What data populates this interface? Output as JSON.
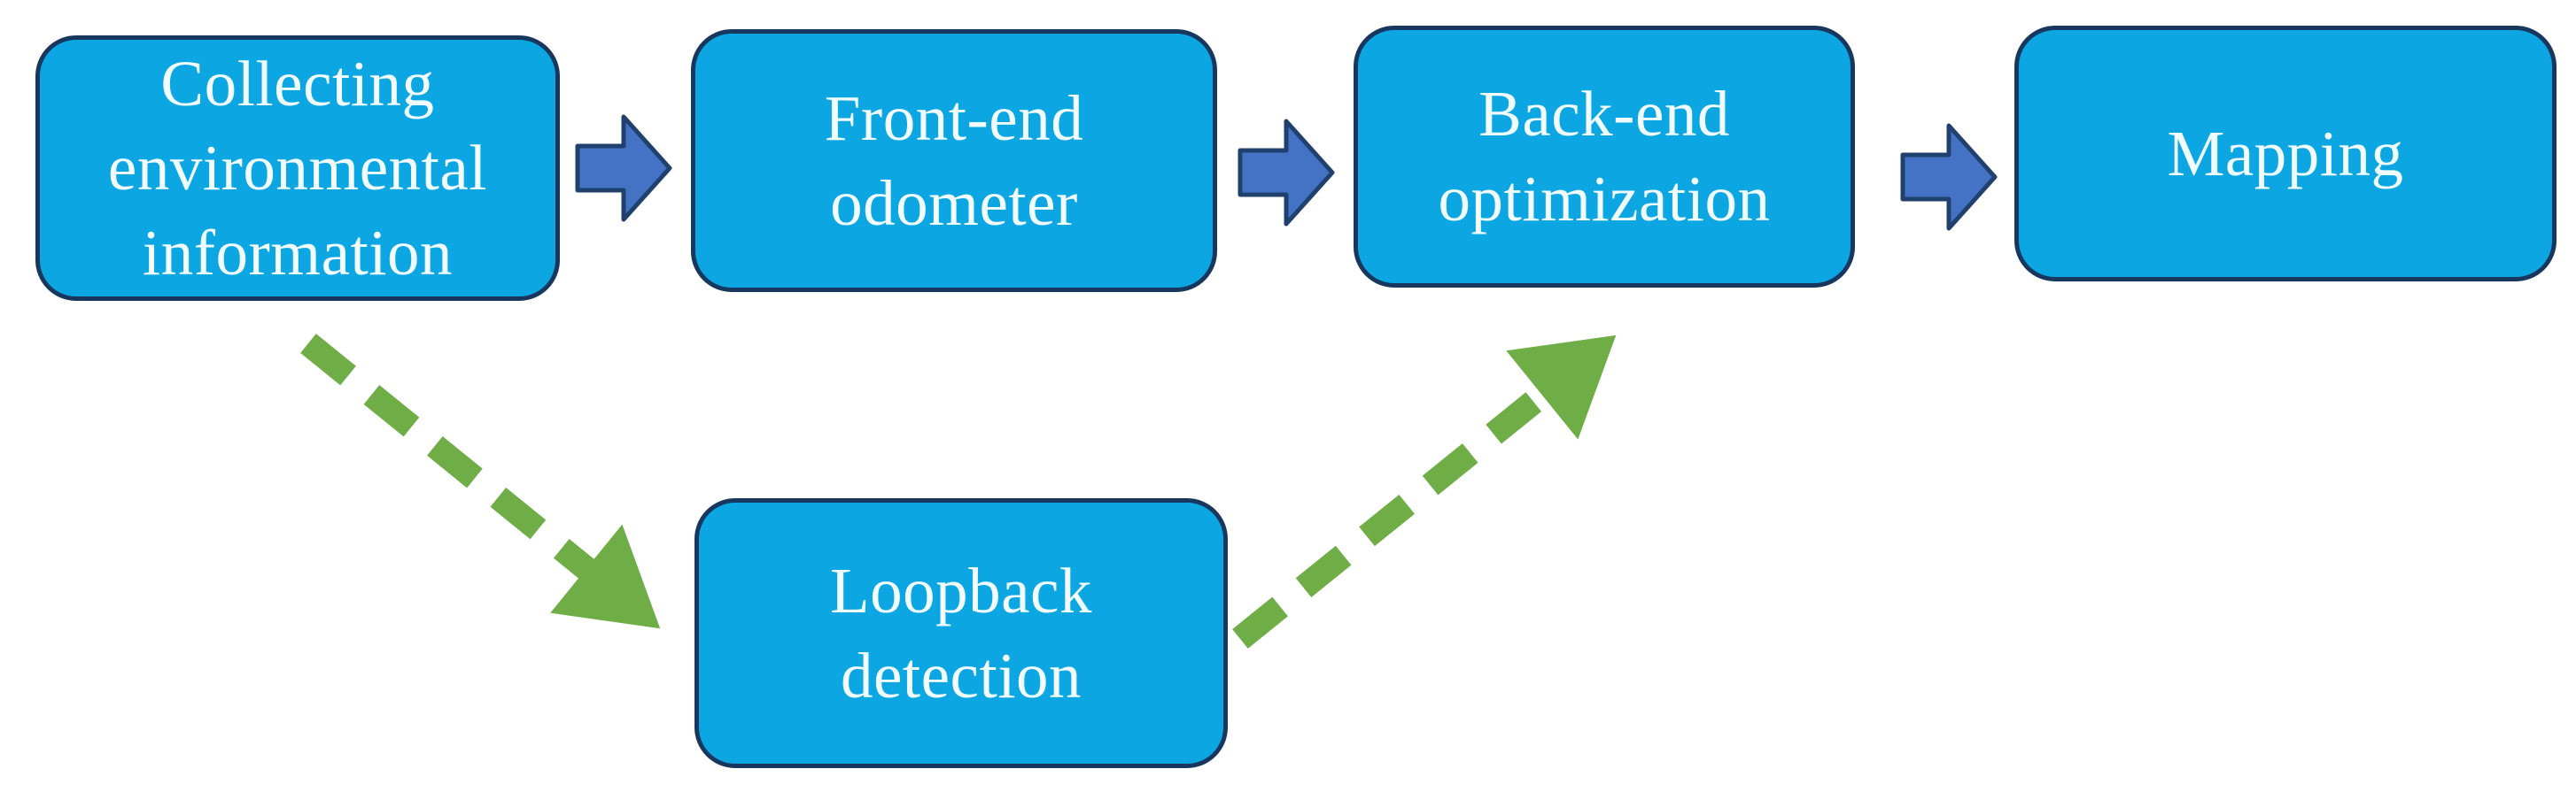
{
  "figure": {
    "type": "flowchart",
    "description": "SLAM processing pipeline block diagram",
    "background": "#ffffff",
    "nodes": [
      {
        "id": "collect",
        "label": "Collecting\nenvironmental\ninformation"
      },
      {
        "id": "frontend",
        "label": "Front-end\nodometer"
      },
      {
        "id": "backend",
        "label": "Back-end\noptimization"
      },
      {
        "id": "mapping",
        "label": "Mapping"
      },
      {
        "id": "loopback",
        "label": "Loopback\ndetection"
      }
    ],
    "edges": [
      {
        "from": "collect",
        "to": "frontend",
        "style": "solid-block-arrow",
        "color": "#4472C4"
      },
      {
        "from": "frontend",
        "to": "backend",
        "style": "solid-block-arrow",
        "color": "#4472C4"
      },
      {
        "from": "backend",
        "to": "mapping",
        "style": "solid-block-arrow",
        "color": "#4472C4"
      },
      {
        "from": "collect",
        "to": "loopback",
        "style": "dashed-green-arrow",
        "color": "#6FAD46"
      },
      {
        "from": "loopback",
        "to": "backend",
        "style": "dashed-green-arrow",
        "color": "#6FAD46"
      }
    ],
    "colors": {
      "node_fill": "#0CA7E3",
      "node_border": "#17375E",
      "node_text": "#F0FCFF",
      "block_arrow_fill": "#4472C4",
      "block_arrow_border": "#20406E",
      "dashed_arrow_green": "#6FAD46"
    }
  }
}
